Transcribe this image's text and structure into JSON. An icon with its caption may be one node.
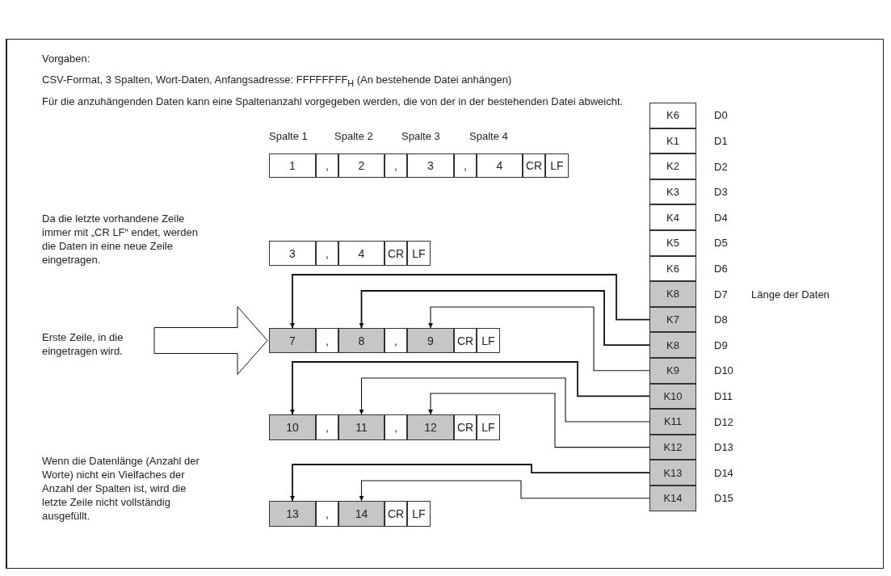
{
  "diagram": {
    "nodes": [
      {
        "text": [
          "Erste Zeile, in die eingetragen wird."
        ]
      },
      {
        "text": [
          "1"
        ]
      },
      {
        "text": [
          ","
        ]
      },
      {
        "text": [
          "2"
        ]
      },
      {
        "text": [
          ","
        ]
      },
      {
        "text": [
          "3"
        ]
      },
      {
        "text": [
          ","
        ]
      },
      {
        "text": [
          "4"
        ]
      },
      {
        "text": [
          "CR"
        ]
      },
      {
        "text": [
          "LF"
        ]
      },
      {
        "text": [
          "3"
        ]
      },
      {
        "text": [
          ","
        ]
      },
      {
        "text": [
          "4"
        ]
      },
      {
        "text": [
          "CR"
        ]
      },
      {
        "text": [
          "LF"
        ]
      },
      {
        "text": [
          "7"
        ]
      },
      {
        "text": [
          ","
        ]
      },
      {
        "text": [
          "8"
        ]
      },
      {
        "text": [
          ","
        ]
      },
      {
        "text": [
          "9"
        ]
      },
      {
        "text": [
          "CR"
        ]
      },
      {
        "text": [
          "LF"
        ]
      },
      {
        "text": [
          "10"
        ]
      },
      {
        "text": [
          ","
        ]
      },
      {
        "text": [
          "11"
        ]
      },
      {
        "text": [
          ","
        ]
      },
      {
        "text": [
          "12"
        ]
      },
      {
        "text": [
          "CR"
        ]
      },
      {
        "text": [
          "LF"
        ]
      },
      {
        "text": [
          "13"
        ]
      },
      {
        "text": [
          ","
        ]
      },
      {
        "text": [
          "14"
        ]
      },
      {
        "text": [
          "CR"
        ]
      },
      {
        "text": [
          "LF"
        ]
      },
      {
        "text": [
          "K6"
        ],
        "beside": [
          "D0"
        ]
      },
      {
        "text": [
          "K1"
        ],
        "beside": [
          "D1"
        ]
      },
      {
        "text": [
          "K2"
        ],
        "beside": [
          "D2"
        ]
      },
      {
        "text": [
          "K3"
        ],
        "beside": [
          "D3"
        ]
      },
      {
        "text": [
          "K4"
        ],
        "beside": [
          "D4"
        ]
      },
      {
        "text": [
          "K5"
        ],
        "beside": [
          "D5"
        ]
      },
      {
        "text": [
          "K6"
        ],
        "beside": [
          "D6"
        ]
      },
      {
        "text": [
          "K8"
        ],
        "beside": [
          "D7",
          "Länge der Daten"
        ]
      },
      {
        "text": [
          "K7"
        ],
        "beside": [
          "D8"
        ]
      },
      {
        "text": [
          "K8"
        ],
        "beside": [
          "D9"
        ]
      },
      {
        "text": [
          "K9"
        ],
        "beside": [
          "D10"
        ]
      },
      {
        "text": [
          "K10"
        ],
        "beside": [
          "D11"
        ]
      },
      {
        "text": [
          "K11"
        ],
        "beside": [
          "D12"
        ]
      },
      {
        "text": [
          "K12"
        ],
        "beside": [
          "D13"
        ]
      },
      {
        "text": [
          "K13"
        ],
        "beside": [
          "D14"
        ]
      },
      {
        "text": [
          "K14"
        ],
        "beside": [
          "D15"
        ]
      }
    ],
    "edges": [
      {
        "from": 0,
        "to": 15,
        "arrow": "to",
        "style": "thick"
      },
      {
        "from": 42,
        "to": 15,
        "arrow": "to"
      },
      {
        "from": 43,
        "to": 17,
        "arrow": "to"
      },
      {
        "from": 44,
        "to": 19,
        "arrow": "to"
      },
      {
        "from": 45,
        "to": 22,
        "arrow": "to"
      },
      {
        "from": 46,
        "to": 24,
        "arrow": "to"
      },
      {
        "from": 47,
        "to": 26,
        "arrow": "to"
      },
      {
        "from": 48,
        "to": 29,
        "arrow": "to"
      },
      {
        "from": 49,
        "to": 31,
        "arrow": "to"
      }
    ],
    "labels": [
      "Vorgaben:",
      "CSV-Format, 3 Spalten, Wort-Daten, Anfangsadresse: FFFFFFFF$_{H}$ (An bestehende Datei anhängen)",
      "Für die anzuhängenden Daten kann eine Spaltenanzahl vorgegeben werden, die von der in der bestehenden Datei abweicht.",
      "Spalte 1",
      "Spalte 2",
      "Spalte 3",
      "Spalte 4",
      "Da die letzte vorhandene Zeile immer mit „CR LF“ endet, werden die Daten in eine neue Zeile eingetragen.",
      "Wenn die Datenlänge (Anzahl der Worte) nicht ein Vielfaches der Anzahl der Spalten ist, wird die letzte Zeile nicht vollständig ausgefüllt."
    ]
  }
}
